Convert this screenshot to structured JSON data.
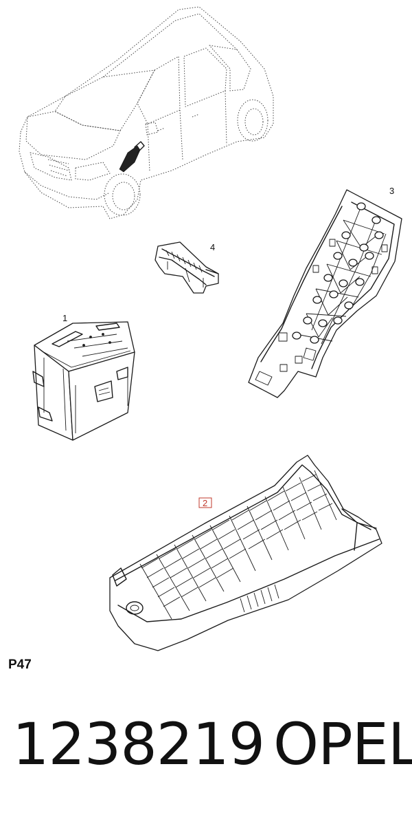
{
  "callouts": {
    "part_1": "1",
    "part_2": "2",
    "part_3": "3",
    "part_4": "4"
  },
  "page_code": "P47",
  "footer": {
    "part_number": "1238219",
    "brand": "OPEL"
  },
  "colors": {
    "line": "#1a1a1a",
    "callout_highlight": "#c0392b"
  }
}
